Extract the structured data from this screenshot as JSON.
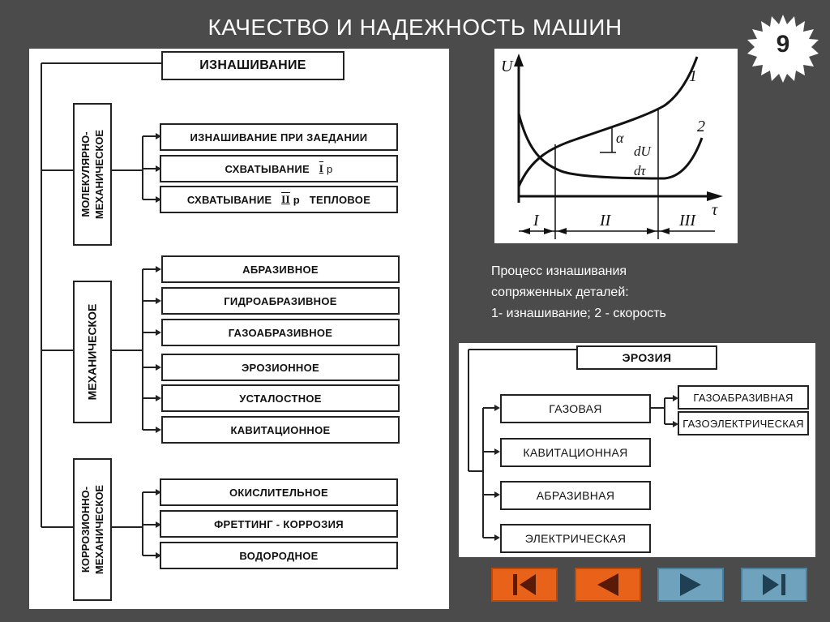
{
  "slide": {
    "title": "КАЧЕСТВО И НАДЕЖНОСТЬ МАШИН",
    "page_number": "9"
  },
  "wear_diagram": {
    "root": "ИЗНАШИВАНИЕ",
    "groups": [
      {
        "label_line1": "МОЛЕКУЛЯРНО-",
        "label_line2": "МЕХАНИЧЕСКОЕ",
        "items": [
          "ИЗНАШИВАНИЕ ПРИ ЗАЕДАНИИ",
          "СХВАТЫВАНИЕ",
          "СХВАТЫВАНИЕ"
        ],
        "item_suffixes": [
          "",
          "р",
          "р   ТЕПЛОВОЕ"
        ],
        "item_marks": [
          "",
          "I",
          "II"
        ]
      },
      {
        "label_line1": "МЕХАНИЧЕСКОЕ",
        "label_line2": "",
        "items": [
          "АБРАЗИВНОЕ",
          "ГИДРОАБРАЗИВНОЕ",
          "ГАЗОАБРАЗИВНОЕ",
          "ЭРОЗИОННОЕ",
          "УСТАЛОСТНОЕ",
          "КАВИТАЦИОННОЕ"
        ]
      },
      {
        "label_line1": "КОРРОЗИОННО-",
        "label_line2": "МЕХАНИЧЕСКОЕ",
        "items": [
          "ОКИСЛИТЕЛЬНОЕ",
          "ФРЕТТИНГ - КОРРОЗИЯ",
          "ВОДОРОДНОЕ"
        ]
      }
    ]
  },
  "wear_graph": {
    "y_label": "U",
    "x_label": "τ",
    "curve1_label": "1",
    "curve2_label": "2",
    "angle_label": "α",
    "derivative_top": "dU",
    "derivative_bottom": "dτ",
    "stages": [
      "I",
      "II",
      "III"
    ]
  },
  "caption": {
    "line1": "Процесс изнашивания",
    "line2": "сопряженных деталей:",
    "line3": "1- изнашивание; 2 - скорость"
  },
  "erosion_diagram": {
    "root": "ЭРОЗИЯ",
    "items": [
      "ГАЗОВАЯ",
      "КАВИТАЦИОННАЯ",
      "АБРАЗИВНАЯ",
      "ЭЛЕКТРИЧЕСКАЯ"
    ],
    "gas_subitems": [
      "ГАЗОАБРАЗИВНАЯ",
      "ГАЗОЭЛЕКТРИЧЕСКАЯ"
    ]
  },
  "navigation": {
    "colors": {
      "orange": "#e8621a",
      "blue": "#6fa3bd"
    },
    "buttons": [
      "first-slide-icon",
      "previous-slide-icon",
      "next-slide-icon",
      "last-slide-icon"
    ]
  }
}
